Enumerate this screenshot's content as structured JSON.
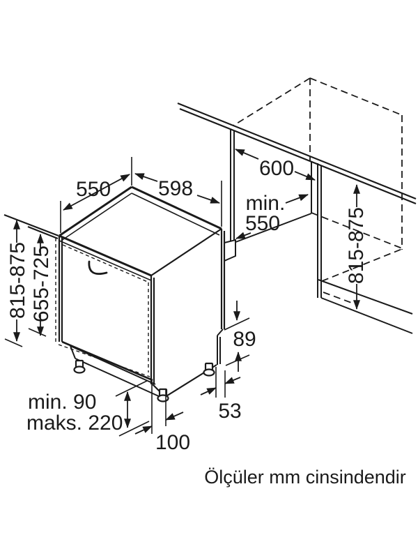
{
  "drawing": {
    "type": "appliance-installation-diagram",
    "subject": "built-in dishwasher niche dimensions",
    "caption": "Ölçüler mm cinsindendir",
    "line_color": "#1a1a1a",
    "background_color": "#ffffff",
    "units": "mm",
    "dimensions": {
      "top_depth": "550",
      "appliance_width": "598",
      "niche_width": "600",
      "niche_depth_prefix": "min.",
      "niche_depth_value": "550",
      "niche_height": "815-875",
      "appliance_height": "815-875",
      "door_panel_height": "655-725",
      "rear_step_height": "89",
      "rear_step_depth": "53",
      "foot_inset": "100",
      "plinth_min": "min. 90",
      "plinth_max": "maks. 220"
    }
  }
}
